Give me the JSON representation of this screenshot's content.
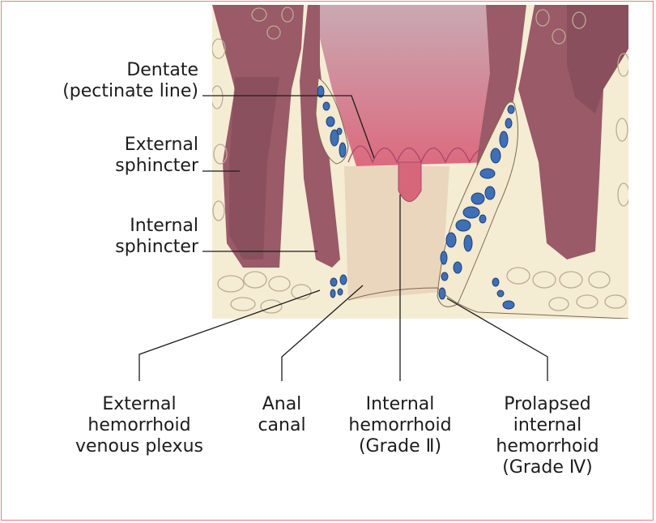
{
  "labels": {
    "dentate": [
      "Dentate",
      "(pectinate line)"
    ],
    "external_sphincter": [
      "External",
      "sphincter"
    ],
    "internal_sphincter": [
      "Internal",
      "sphincter"
    ],
    "external_plexus": [
      "External",
      "hemorrhoid",
      "venous plexus"
    ],
    "anal_canal": [
      "Anal",
      "canal"
    ],
    "internal_hemorrhoid": [
      "Internal",
      "hemorrhoid",
      "(Grade Ⅱ)"
    ],
    "prolapsed": [
      "Prolapsed",
      "internal",
      "hemorrhoid",
      "(Grade Ⅳ)"
    ]
  },
  "colors": {
    "border": "#d9838a",
    "muscle": "#9a5a68",
    "muscle_dark": "#7d4654",
    "fat": "#f5ecd4",
    "canal": "#ead6bd",
    "rectum_top": "#c7a2ad",
    "rectum_bottom": "#d9687c",
    "vein_fill": "#3f6fb4",
    "vein_light": "#c9d8ee",
    "line": "#1c1c1c"
  }
}
